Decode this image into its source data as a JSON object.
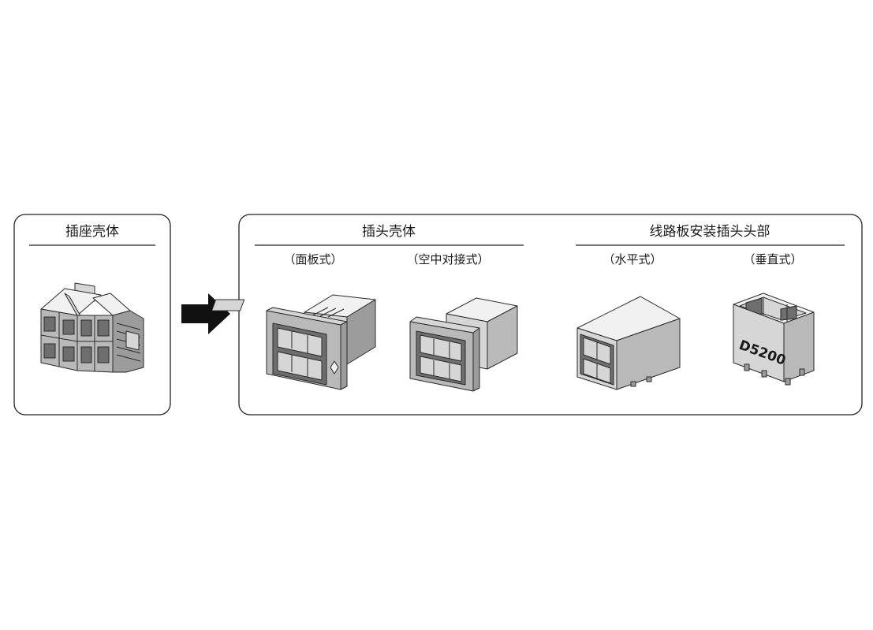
{
  "receptacle": {
    "title": "插座壳体"
  },
  "plug": {
    "title": "插头壳体",
    "panel_mount": "（面板式）",
    "cable_mount": "（空中对接式）"
  },
  "board": {
    "title": "线路板安装插头头部",
    "horizontal": "（水平式）",
    "vertical": "（垂直式）",
    "model_mark": "D5200"
  },
  "icons": [
    "right-arrow-icon"
  ]
}
